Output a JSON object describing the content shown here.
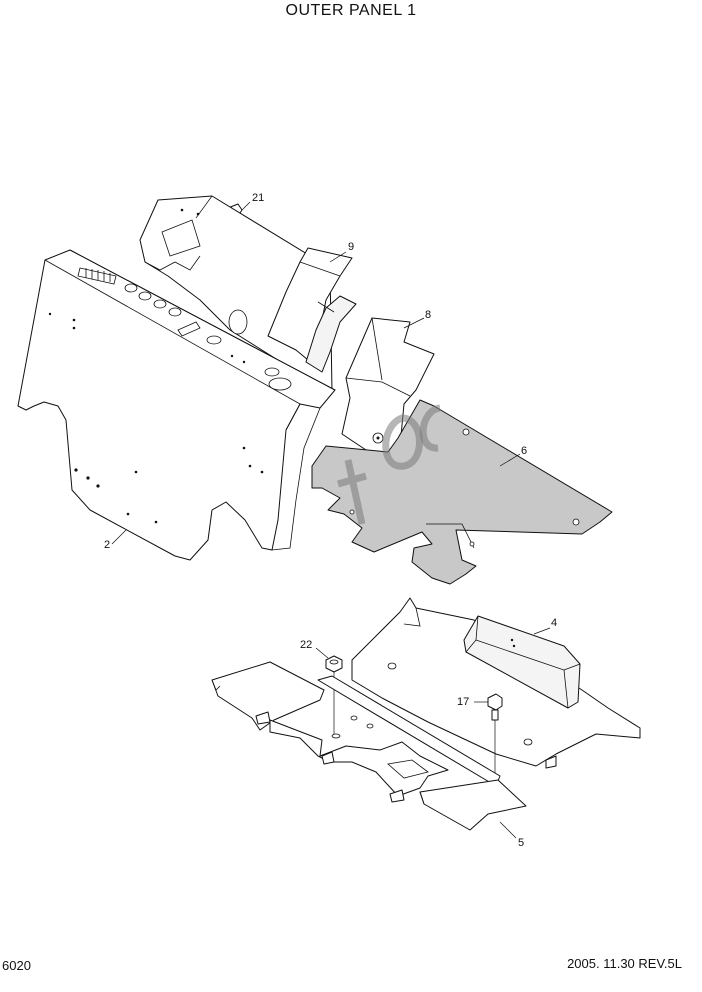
{
  "title": "OUTER PANEL 1",
  "page_number": "6020",
  "revision": "2005. 11.30  REV.5L",
  "callouts": {
    "c21": "21",
    "c9": "9",
    "c8": "8",
    "c6": "6",
    "c2": "2",
    "c4": "4",
    "c22": "22",
    "c17": "17",
    "c5": "5"
  }
}
